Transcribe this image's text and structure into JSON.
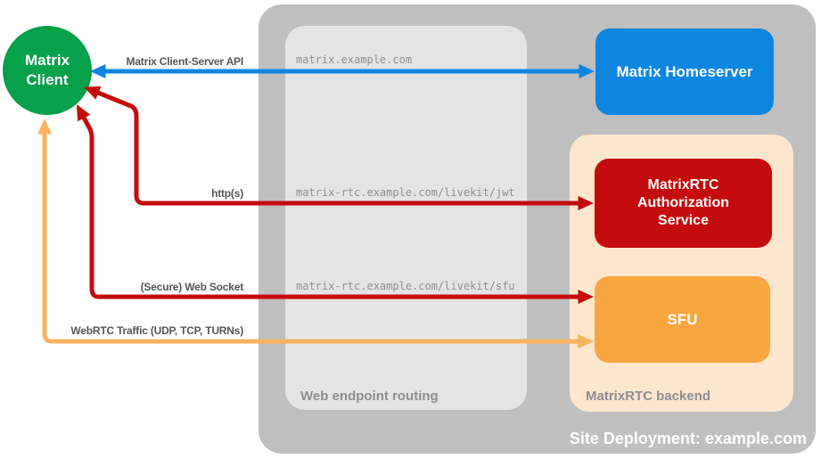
{
  "diagram_title": "Site Deployment: example.com",
  "client": {
    "label": "Matrix Client"
  },
  "homeserver": {
    "label": "Matrix Homeserver"
  },
  "routing": {
    "caption": "Web endpoint routing",
    "endpoints": [
      "matrix.example.com",
      "matrix-rtc.example.com/livekit/jwt",
      "matrix-rtc.example.com/livekit/sfu"
    ]
  },
  "backend": {
    "caption": "MatrixRTC backend",
    "auth_service_label": "MatrixRTC Authorization Service",
    "sfu_label": "SFU"
  },
  "arrows": [
    {
      "name": "client-server-api",
      "label": "Matrix Client-Server API",
      "color": "#0d86e0",
      "from": "Matrix Client",
      "to": "Matrix Homeserver",
      "via": "matrix.example.com",
      "bidirectional": true
    },
    {
      "name": "https",
      "label": "http(s)",
      "color": "#c40b0d",
      "from": "Matrix Client",
      "to": "MatrixRTC Authorization Service",
      "via": "matrix-rtc.example.com/livekit/jwt",
      "bidirectional": true
    },
    {
      "name": "secure-web-socket",
      "label": "(Secure) Web Socket",
      "color": "#c40b0d",
      "from": "Matrix Client",
      "to": "SFU",
      "via": "matrix-rtc.example.com/livekit/sfu",
      "bidirectional": true
    },
    {
      "name": "webrtc-traffic",
      "label": "WebRTC Traffic (UDP, TCP, TURNs)",
      "color": "#f8b35c",
      "from": "Matrix Client",
      "to": "SFU",
      "bidirectional": true
    }
  ],
  "colors": {
    "client_green": "#07a04b",
    "homeserver_blue": "#0d86e0",
    "auth_red": "#c40b0d",
    "sfu_orange": "#f9a640",
    "webrtc_arrow_orange": "#f8b35c",
    "backend_peach": "#fce6ce",
    "site_container_gray": "#bfbfbf",
    "routing_box_gray": "#e4e4e4",
    "caption_gray": "#8e8e8e",
    "endpoint_text_gray": "#8f8f8f",
    "arrow_label_gray": "#565656"
  }
}
